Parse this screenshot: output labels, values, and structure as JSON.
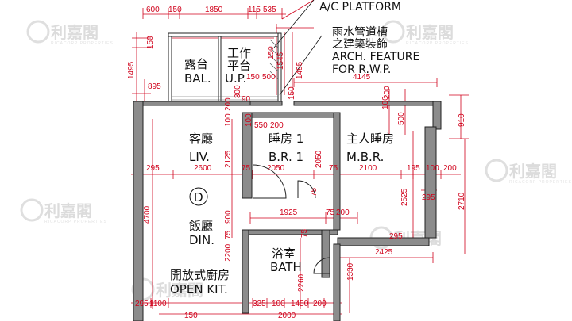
{
  "annotations": {
    "ac_platform": "A/C PLATFORM",
    "rwp_cn_1": "雨水管道槽",
    "rwp_cn_2": "之建築裝飾",
    "rwp_en_1": "ARCH. FEATURE",
    "rwp_en_2": "FOR R.W.P."
  },
  "rooms": {
    "balcony_cn": "露台",
    "balcony_en": "BAL.",
    "utility_cn_1": "工作",
    "utility_cn_2": "平台",
    "utility_en": "U.P.",
    "living_cn": "客廳",
    "living_en": "LIV.",
    "bedroom1_cn": "睡房 1",
    "bedroom1_en": "B.R. 1",
    "master_cn": "主人睡房",
    "master_en": "M.B.R.",
    "dining_cn": "飯廳",
    "dining_en": "DIN.",
    "bath_cn": "浴室",
    "bath_en": "BATH",
    "kitchen_cn": "開放式廚房",
    "kitchen_en": "OPEN KIT.",
    "marker_letter": "D"
  },
  "watermark": {
    "text": "利嘉閣",
    "subtext": "RICACORP PROPERTIES"
  },
  "dimensions": {
    "top_600": "600",
    "top_150": "150",
    "top_1850": "1850",
    "top_115": "115",
    "top_535": "535",
    "left_150": "150",
    "left_1495": "1495",
    "left_895": "895",
    "up_150a": "150",
    "up_1545": "1545",
    "up_150b": "150",
    "up_500": "500",
    "up_1495": "1495",
    "right_4145": "4145",
    "r_100a": "100",
    "r_200a": "200",
    "r_500": "500",
    "r_910": "910",
    "liv_100": "100",
    "liv_200": "200",
    "liv_300": "300",
    "liv_90": "90",
    "liv_150": "150",
    "br_100": "100",
    "br_550": "550",
    "br_200": "200",
    "row_295a": "295",
    "row_2600": "2600",
    "row_2125": "2125",
    "row_75a": "75",
    "row_2050a": "2050",
    "row_2050b": "2050",
    "row_75b": "75",
    "row_2100": "2100",
    "row_195": "195",
    "row_100": "100",
    "row_200": "200",
    "v_2525": "2525",
    "v_2710": "2710",
    "v_295": "295",
    "v_4700": "4700",
    "v_900": "900",
    "v_75c": "75",
    "v_2200": "2200",
    "mid_1925": "1925",
    "mid_75": "75",
    "mid_200": "200",
    "mid_75v": "75",
    "bath_75": "75",
    "bath_2425": "2425",
    "bath_1330": "1330",
    "bath_2260": "2260",
    "r_295b": "295",
    "bot_295": "295",
    "bot_1100": "1100",
    "bot_325": "325",
    "bot_100": "100",
    "bot_1450": "1450",
    "bot_200": "200",
    "bot2_150": "150",
    "bot2_2000": "2000"
  }
}
